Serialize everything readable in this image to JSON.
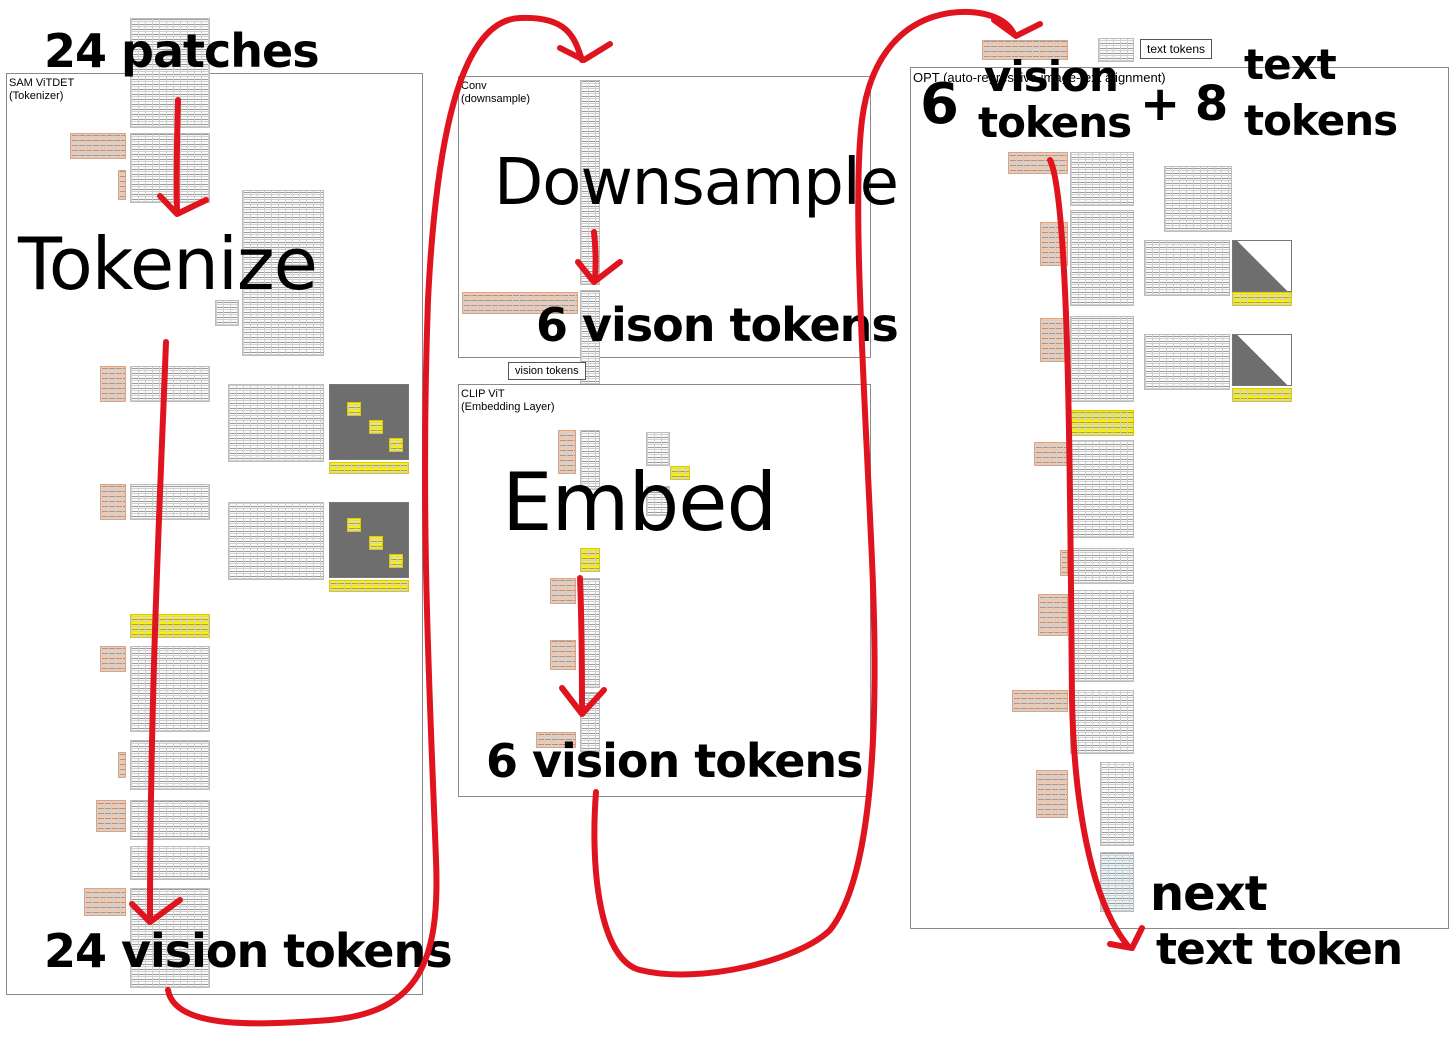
{
  "panels": {
    "sam": {
      "title": "SAM ViTDET\n(Tokenizer)"
    },
    "conv": {
      "title": "Conv\n(downsample)"
    },
    "clip": {
      "title": "CLIP ViT\n(Embedding Layer)"
    },
    "opt": {
      "title": "OPT (auto-regressive image-text alignment)"
    }
  },
  "tags": {
    "vision_tokens": "vision tokens",
    "text_tokens": "text tokens"
  },
  "annotations": {
    "patches_24": "24 patches",
    "tokenize": "Tokenize",
    "vision_tokens_24": "24 vision tokens",
    "downsample": "Downsample",
    "vison_tokens_6": "6 vison tokens",
    "embed": "Embed",
    "vision_tokens_6": "6 vision tokens",
    "six": "6",
    "vision_tokens_word1": "vision",
    "vision_tokens_word2": "tokens",
    "plus_eight": "+ 8",
    "text_tokens_word1": "text",
    "text_tokens_word2": "tokens",
    "next_word1": "next",
    "next_word2": "text token"
  },
  "colors": {
    "arrow": "#e0141e",
    "orange_cells": "#f5c9ad",
    "highlight_yellow": "#fff200",
    "mask_gray": "#6e6e6e"
  }
}
